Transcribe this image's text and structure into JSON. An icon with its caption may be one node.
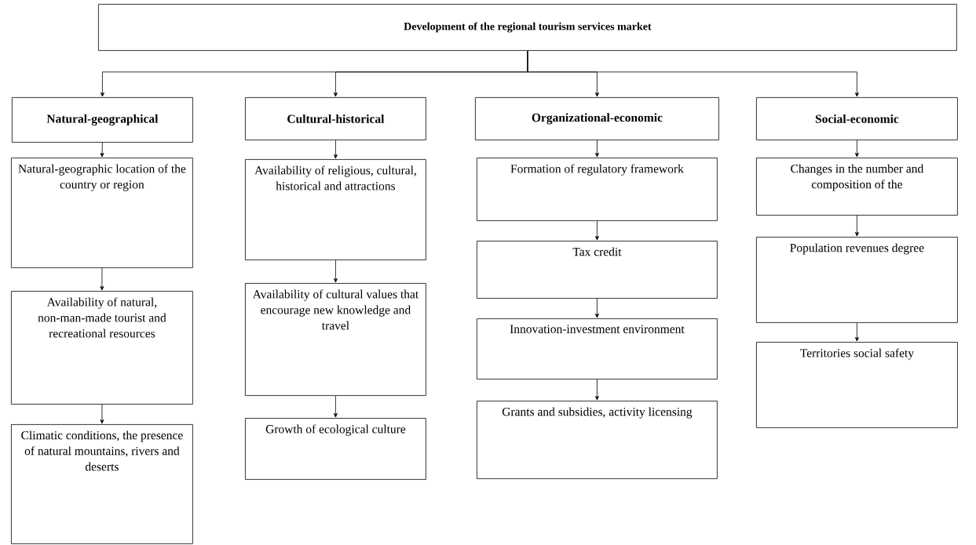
{
  "diagram": {
    "nodes": [
      {
        "text": [
          "Development of the regional tourism services market"
        ]
      },
      {
        "text": [
          "Natural-geographical"
        ]
      },
      {
        "text": [
          "Natural-geographic location of the country or region"
        ]
      },
      {
        "text": [
          "Availability of natural, non-man-made tourist and recreational resources"
        ]
      },
      {
        "text": [
          "Climatic conditions, the presence of natural mountains, rivers and deserts"
        ]
      },
      {
        "text": [
          "Cultural-historical"
        ]
      },
      {
        "text": [
          "Availability of religious, cultural, historical and attractions"
        ]
      },
      {
        "text": [
          "Availability of cultural values that encourage new knowledge and travel"
        ]
      },
      {
        "text": [
          "Growth of ecological culture"
        ]
      },
      {
        "text": [
          "Organizational-economic"
        ]
      },
      {
        "text": [
          "Formation of regulatory framework"
        ]
      },
      {
        "text": [
          "Tax credit"
        ]
      },
      {
        "text": [
          "Innovation-investment environment"
        ]
      },
      {
        "text": [
          "Grants and subsidies, activity licensing"
        ]
      },
      {
        "text": [
          "Social-economic"
        ]
      },
      {
        "text": [
          "Changes in the number and composition of the"
        ]
      },
      {
        "text": [
          "Population revenues degree"
        ]
      },
      {
        "text": [
          "Territories social safety"
        ]
      }
    ],
    "edges": [
      {
        "from": 0,
        "to": 1,
        "arrow": "to"
      },
      {
        "from": 0,
        "to": 5,
        "arrow": "to"
      },
      {
        "from": 0,
        "to": 9,
        "arrow": "to"
      },
      {
        "from": 0,
        "to": 14,
        "arrow": "to"
      },
      {
        "from": 1,
        "to": 2,
        "arrow": "to"
      },
      {
        "from": 2,
        "to": 3,
        "arrow": "to"
      },
      {
        "from": 3,
        "to": 4,
        "arrow": "to"
      },
      {
        "from": 5,
        "to": 6,
        "arrow": "to"
      },
      {
        "from": 6,
        "to": 7,
        "arrow": "to"
      },
      {
        "from": 7,
        "to": 8,
        "arrow": "to"
      },
      {
        "from": 9,
        "to": 10,
        "arrow": "to"
      },
      {
        "from": 10,
        "to": 11,
        "arrow": "to"
      },
      {
        "from": 11,
        "to": 12,
        "arrow": "to"
      },
      {
        "from": 12,
        "to": 13,
        "arrow": "to"
      },
      {
        "from": 14,
        "to": 15,
        "arrow": "to"
      },
      {
        "from": 15,
        "to": 16,
        "arrow": "to"
      },
      {
        "from": 16,
        "to": 17,
        "arrow": "to"
      }
    ]
  }
}
